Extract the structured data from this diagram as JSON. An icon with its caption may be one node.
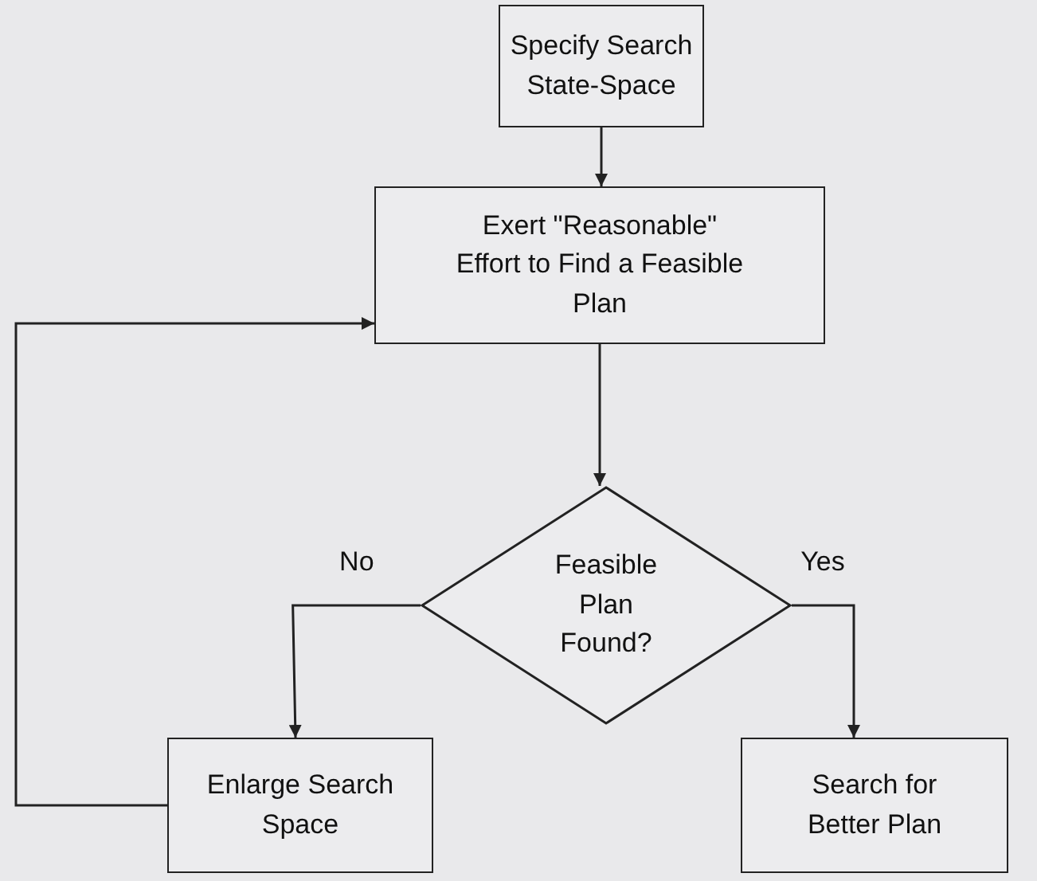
{
  "diagram": {
    "nodes": [
      {
        "text": [
          "Specify Search State-Space"
        ]
      },
      {
        "text": [
          "Exert \"Reasonable\" Effort to Find a Feasible Plan"
        ]
      },
      {
        "text": [
          "Feasible Plan Found?"
        ]
      },
      {
        "text": [
          "Enlarge Search Space"
        ]
      },
      {
        "text": [
          "Search for Better Plan"
        ]
      }
    ],
    "edges": [
      {
        "from": 0,
        "to": 1,
        "arrow": "to"
      },
      {
        "from": 1,
        "to": 2,
        "arrow": "to"
      },
      {
        "from": 2,
        "to": 3,
        "arrow": "to",
        "label": "No"
      },
      {
        "from": 2,
        "to": 4,
        "arrow": "to",
        "label": "Yes"
      },
      {
        "from": 3,
        "to": 1,
        "arrow": "to"
      }
    ]
  }
}
